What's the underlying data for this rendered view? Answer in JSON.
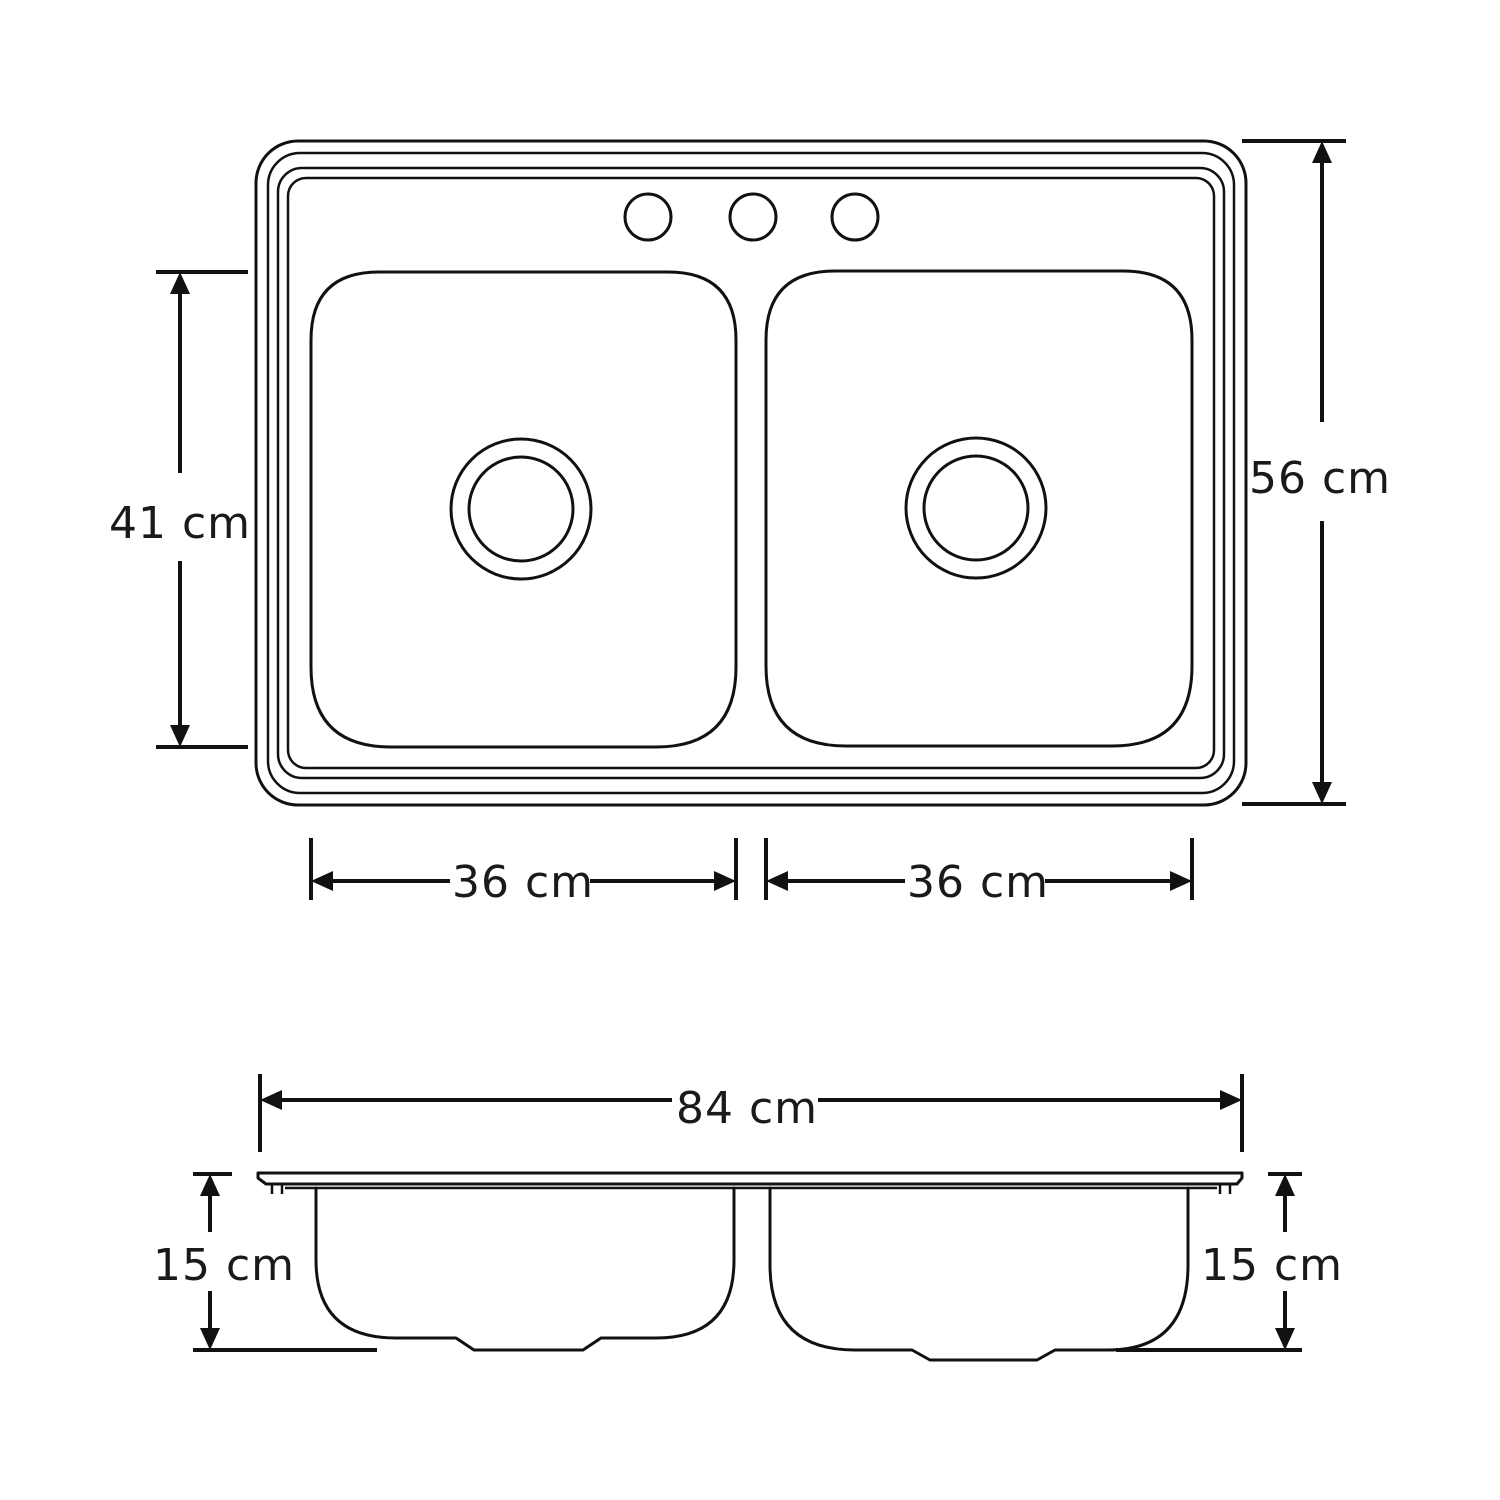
{
  "top_view": {
    "overall_depth_label": "56 cm",
    "bowl_depth_label": "41 cm",
    "left_bowl_width_label": "36 cm",
    "right_bowl_width_label": "36 cm",
    "faucet_holes": 3
  },
  "side_view": {
    "overall_width_label": "84 cm",
    "left_height_label": "15 cm",
    "right_height_label": "15 cm"
  }
}
